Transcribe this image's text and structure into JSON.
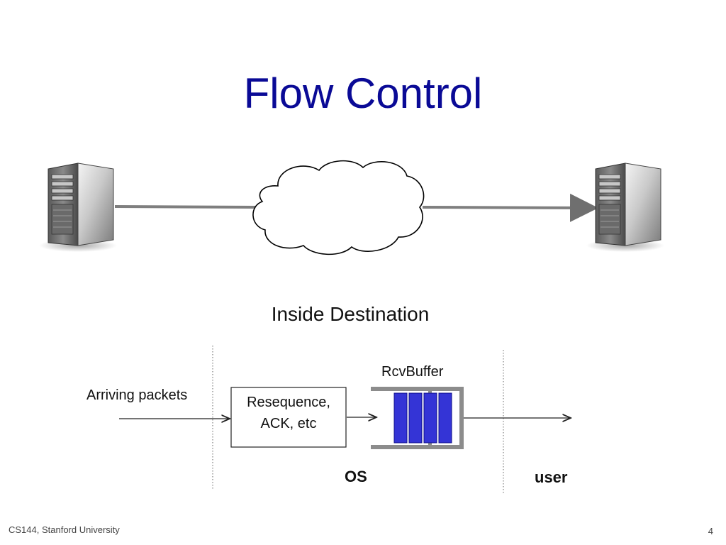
{
  "slide": {
    "title": "Flow Control",
    "subtitle": "Inside Destination",
    "footer": "CS144, Stanford University",
    "page_number": "4"
  },
  "diagram": {
    "arriving_label": "Arriving packets",
    "resequence_line1": "Resequence,",
    "resequence_line2": "ACK, etc",
    "buffer_label": "RcvBuffer",
    "os_label": "OS",
    "user_label": "user"
  },
  "colors": {
    "title": "#0a0a96",
    "packet_fill": "#3434d6",
    "buffer_frame": "#8c8c8c",
    "link_line": "#7f7f7f"
  },
  "icons": [
    "server-icon",
    "cloud-icon",
    "server-icon"
  ]
}
